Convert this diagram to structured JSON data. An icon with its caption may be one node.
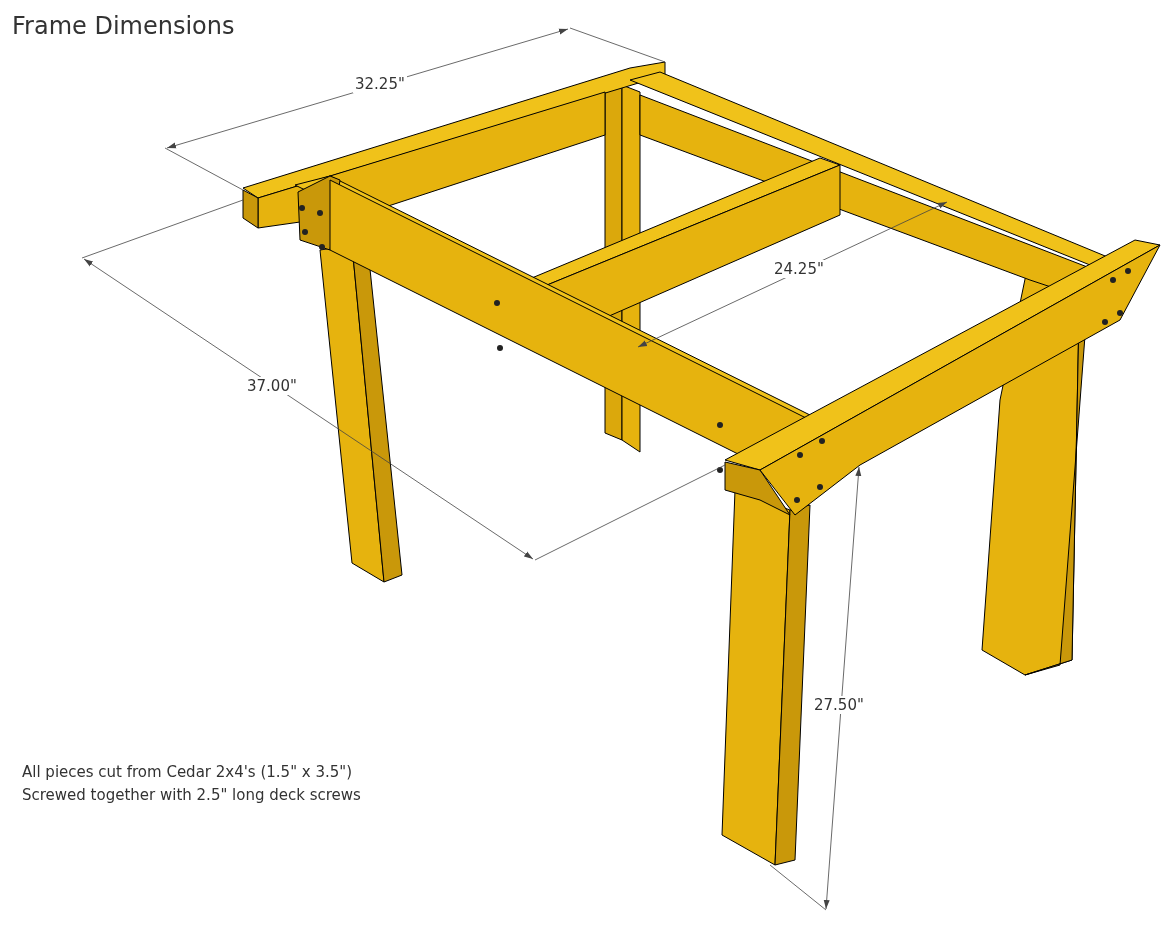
{
  "diagram": {
    "title": "Frame Dimensions",
    "labels": [
      "32.25\"",
      "24.25\"",
      "37.00\"",
      "27.50\"",
      "All pieces cut from Cedar 2x4's (1.5\" x 3.5\")",
      "Screwed together with 2.5\" long deck screws"
    ]
  }
}
